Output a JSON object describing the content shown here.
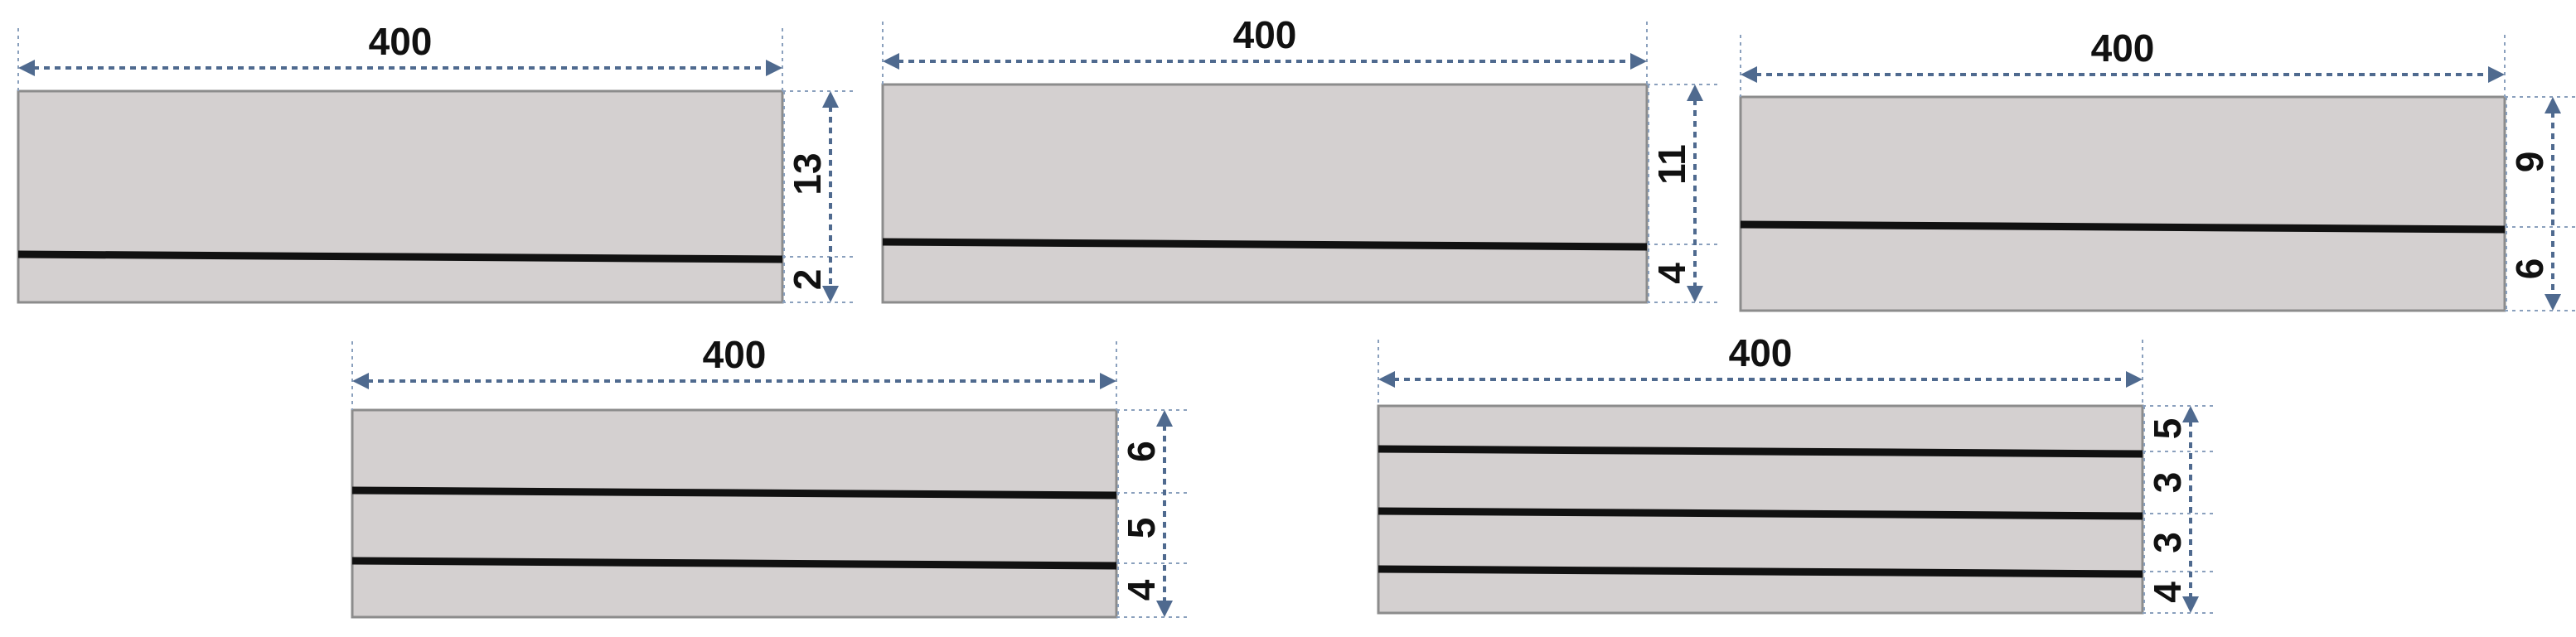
{
  "panels": [
    {
      "width_label": "400",
      "layers": [
        "13",
        "2"
      ]
    },
    {
      "width_label": "400",
      "layers": [
        "11",
        "4"
      ]
    },
    {
      "width_label": "400",
      "layers": [
        "9",
        "6"
      ]
    },
    {
      "width_label": "400",
      "layers": [
        "6",
        "5",
        "4"
      ]
    },
    {
      "width_label": "400",
      "layers": [
        "5",
        "3",
        "3",
        "4"
      ]
    }
  ],
  "colors": {
    "panel_fill": "#d4d0d0",
    "panel_border": "#8c8c8c",
    "layer_line": "#111111",
    "dimension": "#4f6a8f"
  }
}
